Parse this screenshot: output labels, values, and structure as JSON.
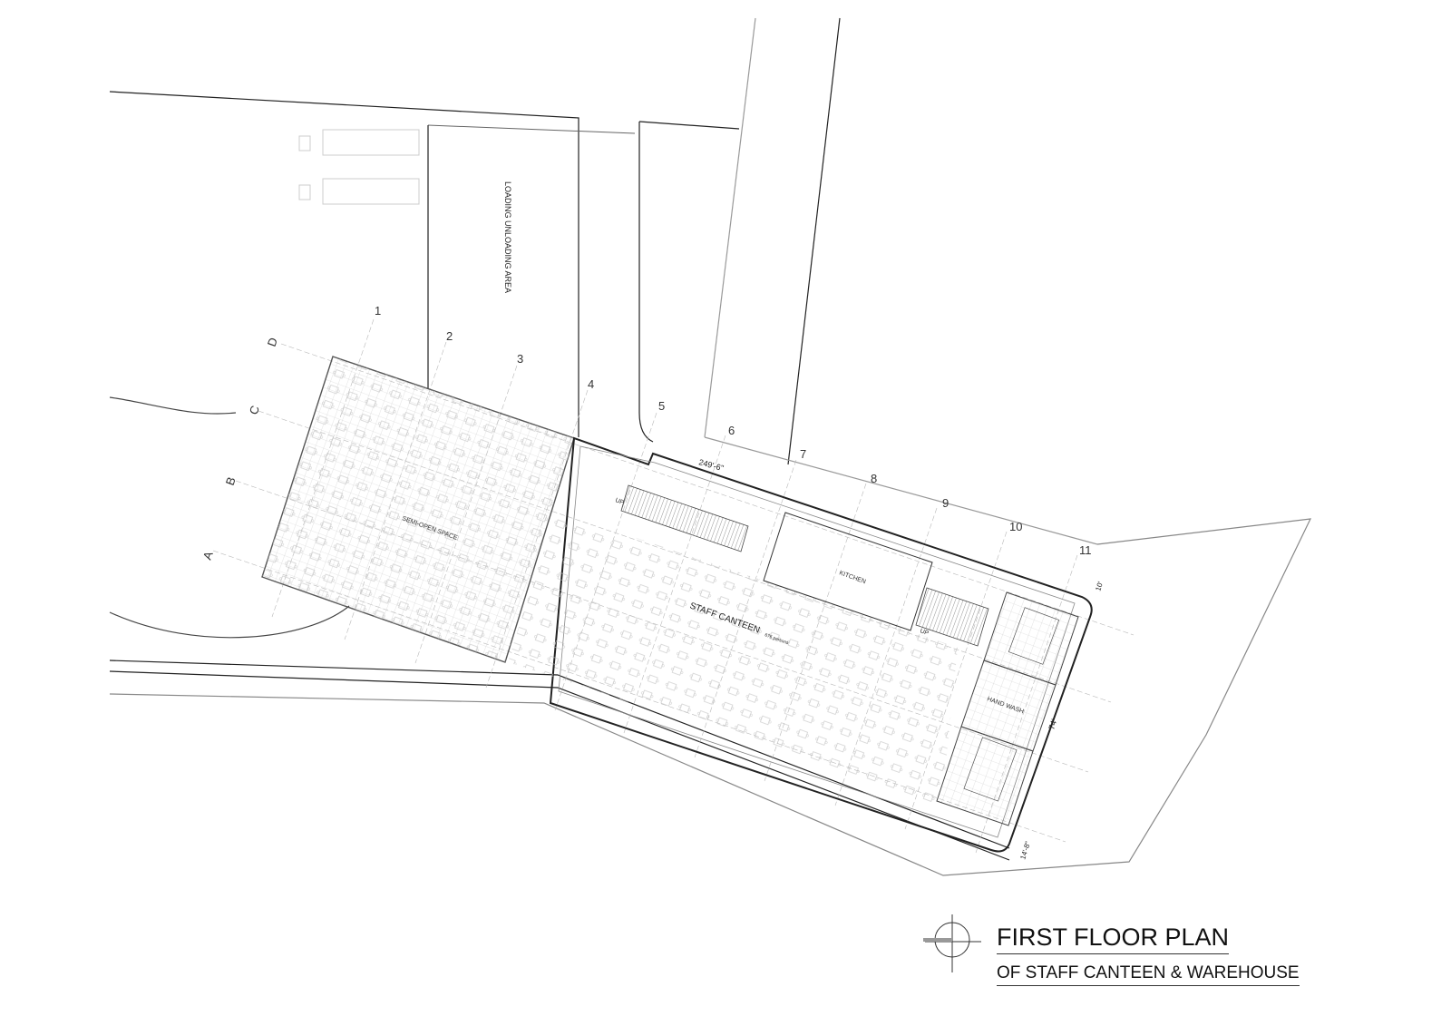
{
  "plan": {
    "rooms": {
      "loading": "LOADING UNLOADING AREA",
      "semi_open": "SEMI-OPEN SPACE",
      "canteen": "STAFF CANTEEN",
      "canteen_capacity": "676 persons",
      "kitchen": "KITCHEN",
      "hand_wash": "HAND WASH",
      "stair_up_1": "UP",
      "stair_up_2": "UP"
    },
    "grid_numbers": [
      "1",
      "2",
      "3",
      "4",
      "5",
      "6",
      "7",
      "8",
      "9",
      "10",
      "11"
    ],
    "grid_letters": [
      "D",
      "C",
      "B",
      "A"
    ],
    "dimensions": {
      "length": "249'-6\"",
      "width": "74'",
      "offset_top": "10'",
      "offset_bottom": "14'-8\""
    }
  },
  "title_block": {
    "title": "FIRST FLOOR PLAN",
    "subtitle": "OF STAFF CANTEEN & WAREHOUSE"
  }
}
